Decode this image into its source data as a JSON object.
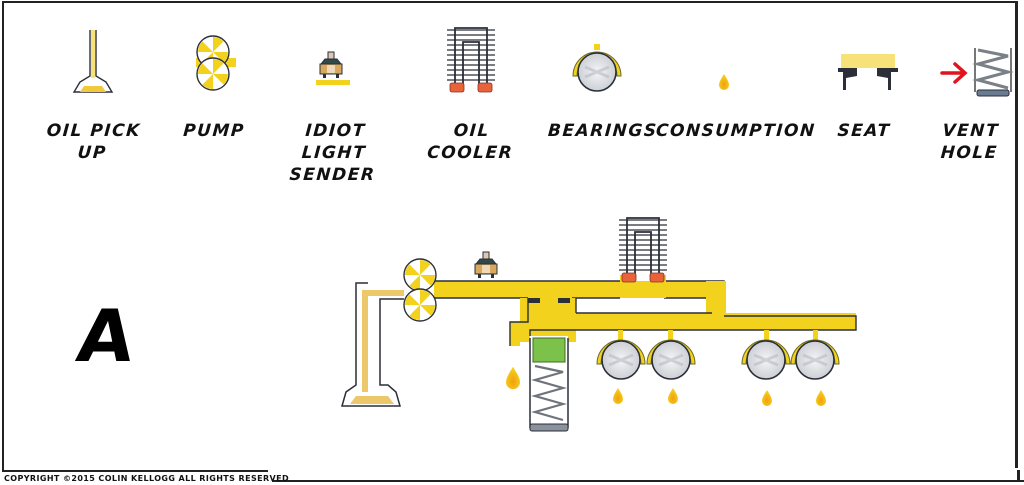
{
  "legend": {
    "items": [
      {
        "key": "oil_pick_up",
        "label": "OIL PICK UP",
        "icon": "oil-pickup-icon"
      },
      {
        "key": "pump",
        "label": "PUMP",
        "icon": "gear-pump-icon"
      },
      {
        "key": "idiot_light_sender",
        "label": "IDIOT LIGHT\nSENDER",
        "icon": "pressure-sender-icon"
      },
      {
        "key": "oil_cooler",
        "label": "OIL COOLER",
        "icon": "oil-cooler-icon"
      },
      {
        "key": "bearings",
        "label": "BEARINGS",
        "icon": "bearing-icon"
      },
      {
        "key": "consumption",
        "label": "CONSUMPTION",
        "icon": "oil-drop-icon"
      },
      {
        "key": "seat",
        "label": "SEAT",
        "icon": "valve-seat-icon"
      },
      {
        "key": "vent_hole",
        "label": "VENT HOLE",
        "icon": "vent-spring-icon"
      }
    ]
  },
  "diagram": {
    "panel_label": "A"
  },
  "footer": {
    "copyright": "COPYRIGHT ©2015 COLIN KELLOGG ALL RIGHTS RESERVED"
  },
  "colors": {
    "oil": "#f2d21c",
    "oil_light": "#f7e27a",
    "pickup_oil": "#edc86a",
    "cooler_seal": "#e8623a",
    "spring_piston": "#7cc24a",
    "outline": "#2a2f38",
    "arrow": "#e0141c",
    "bearing_face": "#d8dbe0"
  }
}
